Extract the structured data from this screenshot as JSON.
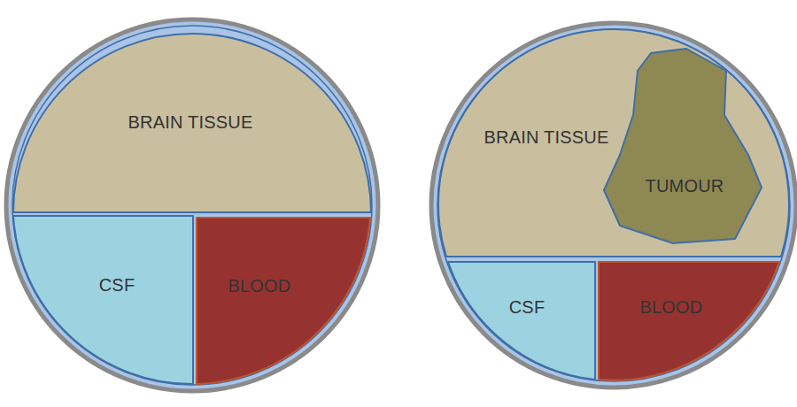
{
  "diagram": {
    "nodes": [
      {
        "text": [
          "BRAIN TISSUE"
        ]
      },
      {
        "text": [
          "CSF"
        ]
      },
      {
        "text": [
          "BLOOD"
        ]
      },
      {
        "text": [
          "BRAIN TISSUE"
        ]
      },
      {
        "text": [
          "TUMOUR"
        ],
        "in": 3
      },
      {
        "text": [
          "CSF"
        ]
      },
      {
        "text": [
          "BLOOD"
        ]
      }
    ]
  }
}
